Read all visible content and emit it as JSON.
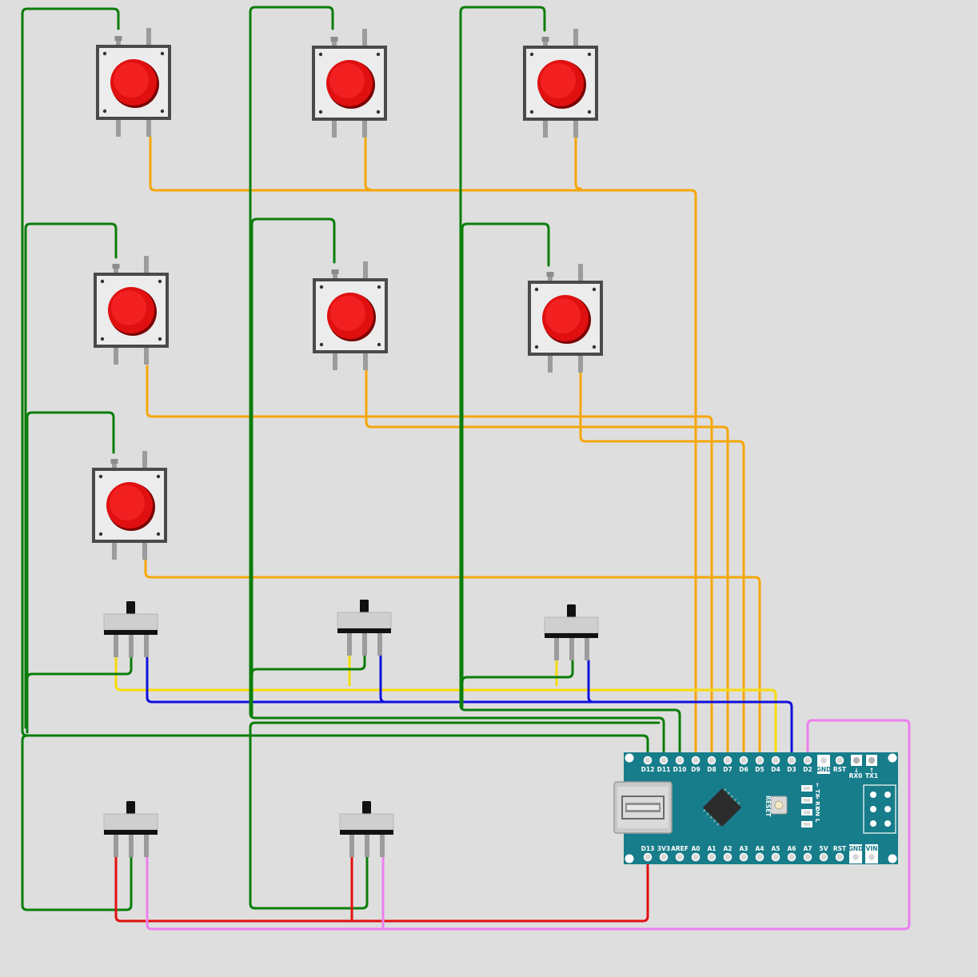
{
  "colors": {
    "background": "#dedede",
    "wire_green": "#0a7d0a",
    "wire_orange": "#f5a60a",
    "wire_yellow": "#f5dc0a",
    "wire_blue": "#1010dc",
    "wire_red": "#e21010",
    "wire_pink": "#ec80ec",
    "button_cap": "#e01010",
    "board_teal": "#187d8a"
  },
  "components": {
    "push_buttons": [
      {
        "name": "button-1"
      },
      {
        "name": "button-2"
      },
      {
        "name": "button-3"
      },
      {
        "name": "button-4"
      },
      {
        "name": "button-5"
      },
      {
        "name": "button-6"
      },
      {
        "name": "button-7"
      }
    ],
    "slide_switches": [
      {
        "name": "switch-1"
      },
      {
        "name": "switch-2"
      },
      {
        "name": "switch-3"
      },
      {
        "name": "switch-4"
      },
      {
        "name": "switch-5"
      }
    ]
  },
  "board": {
    "name": "arduino-nano",
    "top_pins": [
      "D12",
      "D11",
      "D10",
      "D9",
      "D8",
      "D7",
      "D6",
      "D5",
      "D4",
      "D3",
      "D2",
      "GND",
      "RST"
    ],
    "rx_label": "RX0",
    "tx_label": "TX1",
    "rx_arrow": "↓",
    "tx_arrow": "↑",
    "bottom_pins": [
      "D13",
      "3V3",
      "AREF",
      "A0",
      "A1",
      "A2",
      "A3",
      "A4",
      "A5",
      "A6",
      "A7",
      "5V",
      "RST",
      "GND",
      "VIN"
    ],
    "reset_label": "RESET",
    "leds": [
      {
        "arrow": "←",
        "label": "TX"
      },
      {
        "arrow": "→",
        "label": "RX"
      },
      {
        "arrow": "",
        "label": "ON"
      },
      {
        "arrow": "",
        "label": "L"
      }
    ]
  }
}
